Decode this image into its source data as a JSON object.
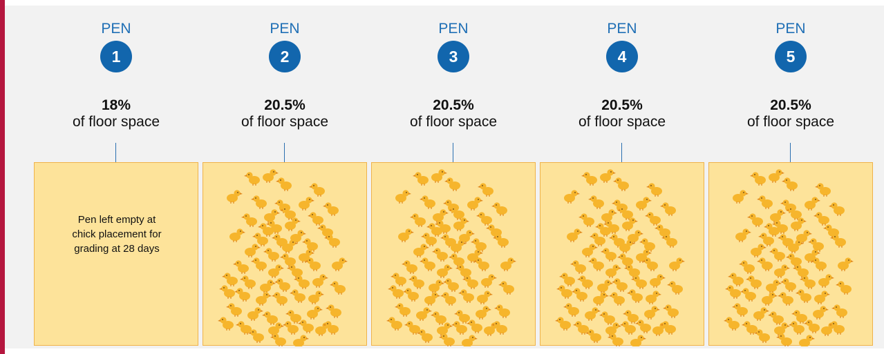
{
  "pens": [
    {
      "word": "PEN",
      "number": "1",
      "percent": "18%",
      "percent_label": "of floor space",
      "empty": true,
      "note": "Pen left empty at chick placement for grading at 28 days"
    },
    {
      "word": "PEN",
      "number": "2",
      "percent": "20.5%",
      "percent_label": "of floor space",
      "empty": false
    },
    {
      "word": "PEN",
      "number": "3",
      "percent": "20.5%",
      "percent_label": "of floor space",
      "empty": false
    },
    {
      "word": "PEN",
      "number": "4",
      "percent": "20.5%",
      "percent_label": "of floor space",
      "empty": false
    },
    {
      "word": "PEN",
      "number": "5",
      "percent": "20.5%",
      "percent_label": "of floor space",
      "empty": false
    }
  ],
  "colors": {
    "accent_bar": "#b5173f",
    "badge": "#1266ad",
    "pen_label": "#1f6fb5",
    "pen_fill": "#fde39a",
    "pen_border": "#efb24a",
    "chick": "#f6b52c"
  },
  "icons": {
    "chick": "chick-icon"
  }
}
